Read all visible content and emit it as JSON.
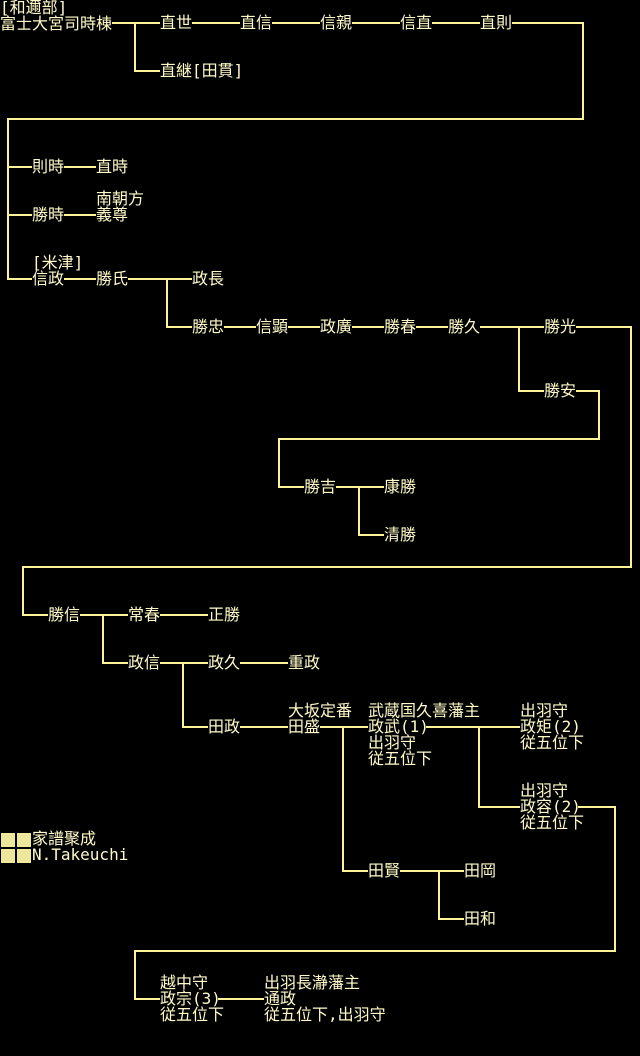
{
  "title_bracket": "[和邇部]",
  "line_color": "#fff39a",
  "nodes": {
    "tokimune": "富士大宮司時棟",
    "naoyo": "直世",
    "naonobu": "直信",
    "nobuchika": "信親",
    "nobunao": "信直",
    "naonori": "直則",
    "naotsugu": "直継[田貫]",
    "noritoki": "則時",
    "naotoki": "直時",
    "katsutoki": "勝時",
    "nancho": "南朝方",
    "yoshitaka": "義尊",
    "yonezu": "[米津]",
    "nobumasa": "信政",
    "katsuuji": "勝氏",
    "masanaga": "政長",
    "katsutada": "勝忠",
    "nobuaki": "信顕",
    "masahiro": "政廣",
    "katsuharu": "勝春",
    "katsuhisa": "勝久",
    "katsumitsu": "勝光",
    "katsuyasu": "勝安",
    "katsuyoshi": "勝吉",
    "yasukatsu": "康勝",
    "kiyokatsu": "清勝",
    "katsunobu": "勝信",
    "tsuneharu": "常春",
    "masakatsu": "正勝",
    "masanobu": "政信",
    "masahisa": "政久",
    "shigemasa": "重政",
    "denmasa": "田政",
    "denmori_title": "大坂定番",
    "denmori": "田盛",
    "masatake_title": "武蔵国久喜藩主",
    "masatake": "政武(1)",
    "masatake_t2": "出羽守",
    "masatake_rank": "従五位下",
    "masanori_title": "出羽守",
    "masanori": "政矩(2)",
    "masanori_rank": "従五位下",
    "masahiro2_title": "出羽守",
    "masahiro2": "政容(2)",
    "masahiro2_rank": "従五位下",
    "denken": "田賢",
    "denoka": "田岡",
    "denwa": "田和",
    "masamune_title": "越中守",
    "masamune": "政宗(3)",
    "masamune_rank": "従五位下",
    "michimasa_title": "出羽長瀞藩主",
    "michimasa": "通政",
    "michimasa_rank": "従五位下,出羽守"
  },
  "legend": {
    "line1": "家譜聚成",
    "line2": "N.Takeuchi"
  }
}
